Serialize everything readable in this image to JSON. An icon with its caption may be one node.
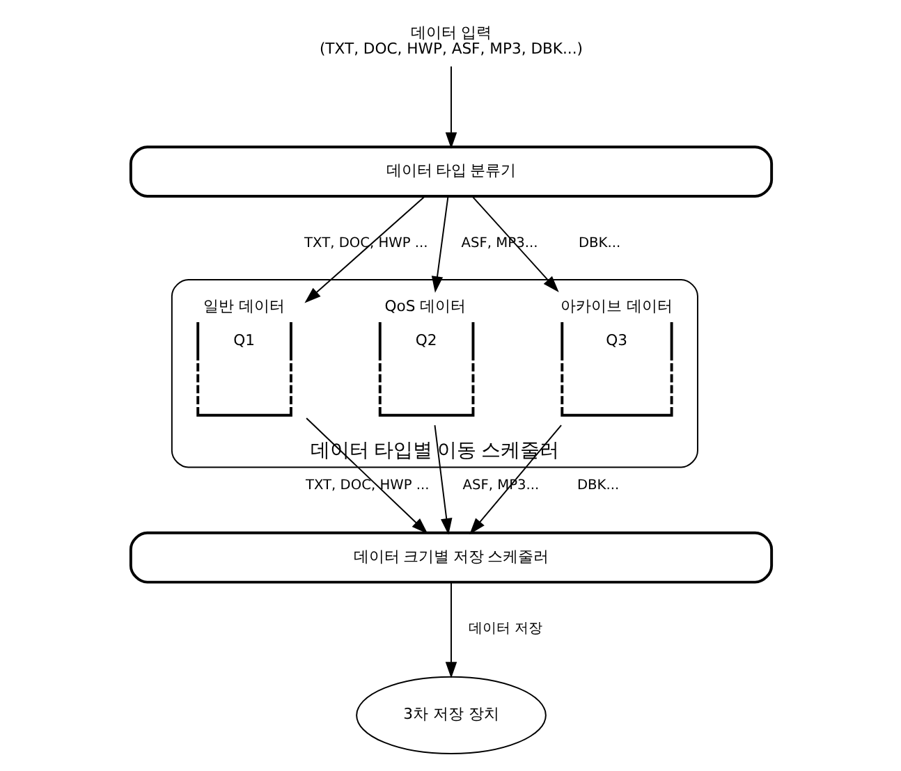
{
  "diagram": {
    "nodes": [
      {
        "text": [
          "데이터 입력",
          "(TXT, DOC, HWP, ASF, MP3, DBK...)"
        ]
      },
      {
        "text": [
          "데이터 타입 분류기"
        ]
      },
      {
        "text": [
          "데이터 타입별 이동 스케줄러"
        ]
      },
      {
        "text": [
          "일반 데이터",
          "Q1"
        ],
        "in": 2
      },
      {
        "text": [
          "QoS 데이터",
          "Q2"
        ],
        "in": 2
      },
      {
        "text": [
          "아카이브 데이터",
          "Q3"
        ],
        "in": 2
      },
      {
        "text": [
          "데이터 크기별 저장 스케줄러"
        ]
      },
      {
        "text": [
          "3차 저장 장치"
        ]
      }
    ],
    "edges": [
      {
        "from": 0,
        "to": 1,
        "arrow": "to"
      },
      {
        "from": 1,
        "to": 3,
        "arrow": "to",
        "label": "TXT, DOC, HWP ..."
      },
      {
        "from": 1,
        "to": 4,
        "arrow": "to",
        "label": "ASF, MP3..."
      },
      {
        "from": 1,
        "to": 5,
        "arrow": "to",
        "label": "DBK..."
      },
      {
        "from": 3,
        "to": 6,
        "arrow": "to",
        "label": "TXT, DOC, HWP ..."
      },
      {
        "from": 4,
        "to": 6,
        "arrow": "to",
        "label": "ASF, MP3..."
      },
      {
        "from": 5,
        "to": 6,
        "arrow": "to",
        "label": "DBK..."
      },
      {
        "from": 6,
        "to": 7,
        "arrow": "to",
        "label": "데이터 저장"
      }
    ]
  }
}
